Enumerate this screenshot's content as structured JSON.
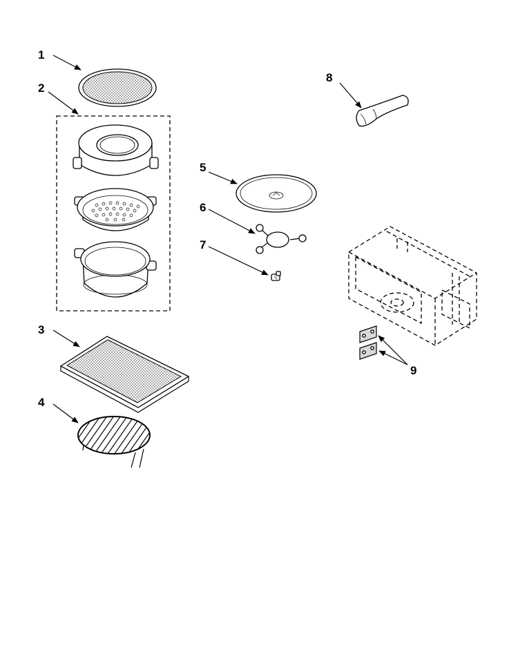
{
  "callouts": [
    {
      "id": "1",
      "label": "1",
      "part": "screen-cover"
    },
    {
      "id": "2",
      "label": "2",
      "part": "steamer-set"
    },
    {
      "id": "3",
      "label": "3",
      "part": "crisper-tray"
    },
    {
      "id": "4",
      "label": "4",
      "part": "wire-rack"
    },
    {
      "id": "5",
      "label": "5",
      "part": "turntable"
    },
    {
      "id": "6",
      "label": "6",
      "part": "turntable-support"
    },
    {
      "id": "7",
      "label": "7",
      "part": "coupler"
    },
    {
      "id": "8",
      "label": "8",
      "part": "handle"
    },
    {
      "id": "9",
      "label": "9",
      "part": "mounting-plates"
    }
  ],
  "colors": {
    "line": "#000000",
    "background": "#ffffff",
    "mesh": "#d9d9d9"
  }
}
